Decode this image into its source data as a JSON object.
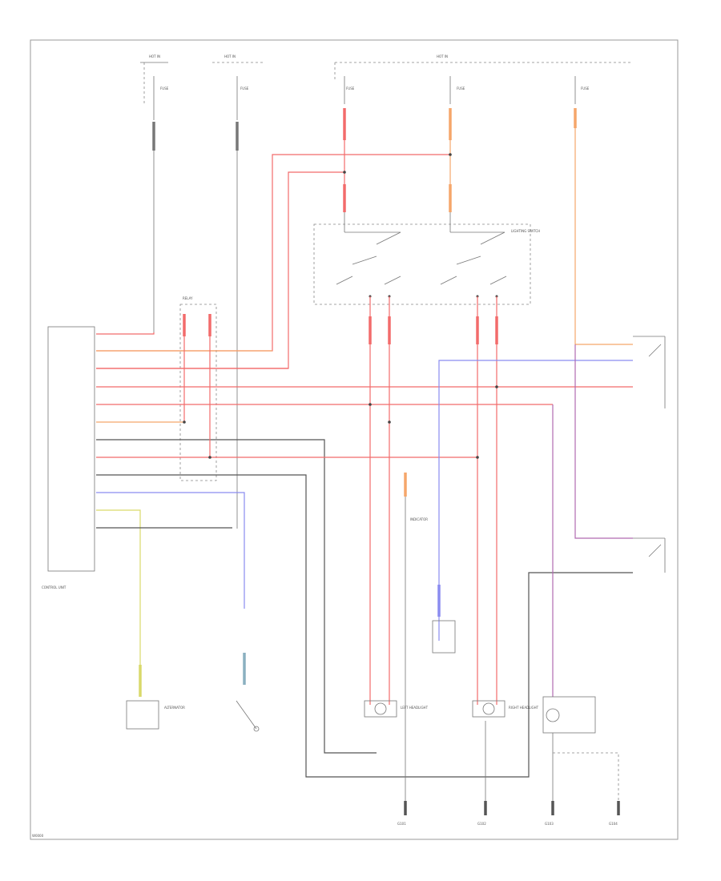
{
  "diagram": {
    "colors": {
      "red": "#f26b6b",
      "orange": "#f5a66a",
      "gray": "#555555",
      "blue": "#8a8cf0",
      "yellow": "#d9d96a",
      "purple": "#b06ab0",
      "frame": "#9a9a9a"
    },
    "labels": {
      "hot_1": "HOT IN",
      "hot_2": "HOT IN",
      "hot_3": "HOT IN",
      "fuse_1": "FUSE",
      "fuse_2": "FUSE",
      "fuse_3": "FUSE",
      "fuse_4": "FUSE",
      "fuse_5": "FUSE",
      "relay_box": "RELAY",
      "lighting_sw": "LIGHTING SWITCH",
      "control_unit": "CONTROL UNIT",
      "alternator": "ALTERNATOR",
      "headlight_l": "LEFT HEADLIGHT",
      "headlight_r": "RIGHT HEADLIGHT",
      "indicator": "INDICATOR",
      "ground_1": "G101",
      "ground_2": "G102",
      "ground_3": "G103",
      "ground_4": "G104",
      "footer": "W0000"
    }
  }
}
